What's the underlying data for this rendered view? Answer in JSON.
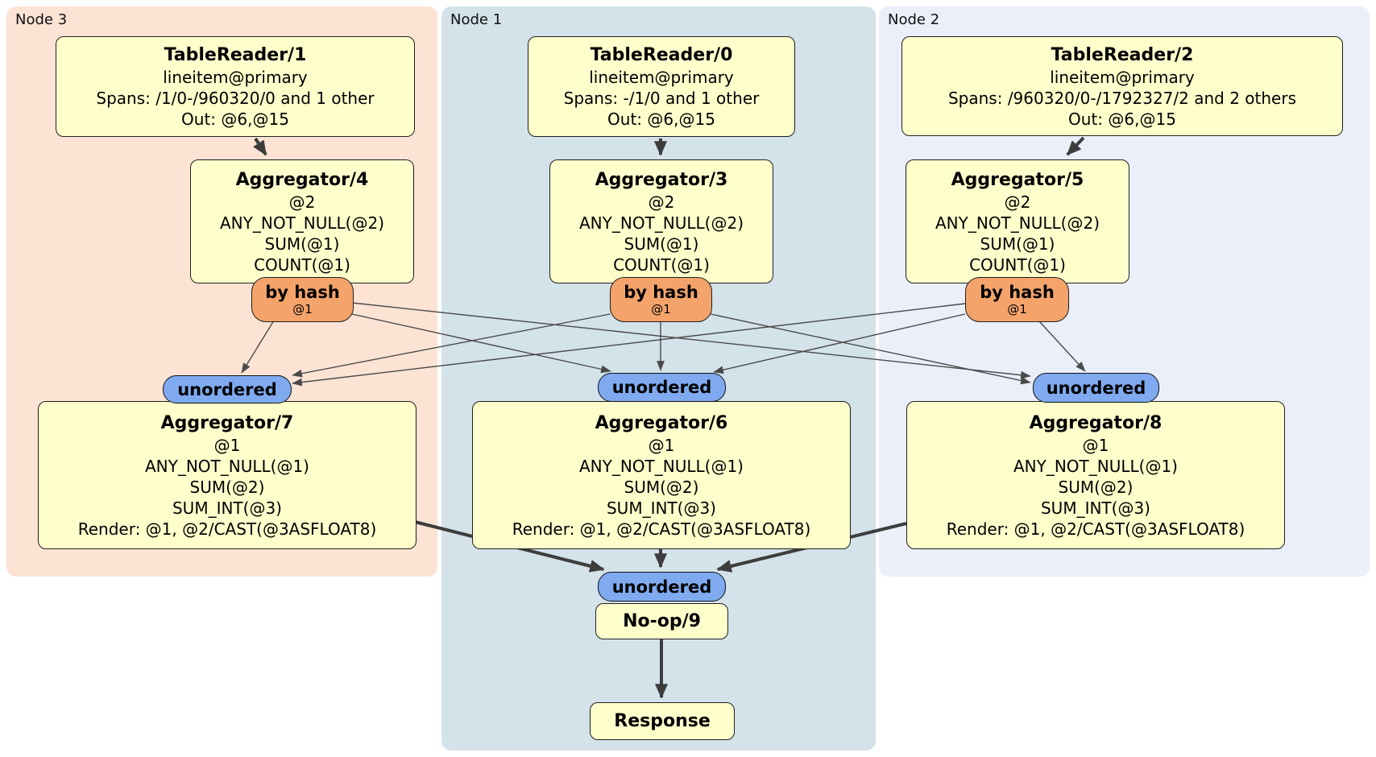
{
  "nodes": [
    {
      "id": "node3",
      "label": "Node 3"
    },
    {
      "id": "node1",
      "label": "Node 1"
    },
    {
      "id": "node2",
      "label": "Node 2"
    }
  ],
  "processors": {
    "tr1": {
      "title": "TableReader/1",
      "lines": [
        "lineitem@primary",
        "Spans: /1/0-/960320/0 and 1 other",
        "Out: @6,@15"
      ]
    },
    "tr0": {
      "title": "TableReader/0",
      "lines": [
        "lineitem@primary",
        "Spans: -/1/0 and 1 other",
        "Out: @6,@15"
      ]
    },
    "tr2": {
      "title": "TableReader/2",
      "lines": [
        "lineitem@primary",
        "Spans: /960320/0-/1792327/2 and 2 others",
        "Out: @6,@15"
      ]
    },
    "agg4": {
      "title": "Aggregator/4",
      "lines": [
        "@2",
        "ANY_NOT_NULL(@2)",
        "SUM(@1)",
        "COUNT(@1)"
      ]
    },
    "agg3": {
      "title": "Aggregator/3",
      "lines": [
        "@2",
        "ANY_NOT_NULL(@2)",
        "SUM(@1)",
        "COUNT(@1)"
      ]
    },
    "agg5": {
      "title": "Aggregator/5",
      "lines": [
        "@2",
        "ANY_NOT_NULL(@2)",
        "SUM(@1)",
        "COUNT(@1)"
      ]
    },
    "agg7": {
      "title": "Aggregator/7",
      "lines": [
        "@1",
        "ANY_NOT_NULL(@1)",
        "SUM(@2)",
        "SUM_INT(@3)",
        "Render: @1, @2/CAST(@3ASFLOAT8)"
      ]
    },
    "agg6": {
      "title": "Aggregator/6",
      "lines": [
        "@1",
        "ANY_NOT_NULL(@1)",
        "SUM(@2)",
        "SUM_INT(@3)",
        "Render: @1, @2/CAST(@3ASFLOAT8)"
      ]
    },
    "agg8": {
      "title": "Aggregator/8",
      "lines": [
        "@1",
        "ANY_NOT_NULL(@1)",
        "SUM(@2)",
        "SUM_INT(@3)",
        "Render: @1, @2/CAST(@3ASFLOAT8)"
      ]
    },
    "noop": {
      "title": "No-op/9"
    },
    "response": {
      "title": "Response"
    }
  },
  "router": {
    "label": "by hash",
    "sub": "@1"
  },
  "stream": {
    "unordered_label": "unordered"
  },
  "colors": {
    "node3_bg": "#fce3d4",
    "node1_bg": "#d4e2ea",
    "node2_bg": "#eaeffa",
    "processor_bg": "#ffffcc",
    "router_bg": "#f4a46a",
    "stream_bg": "#7faaf0",
    "edge": "#4a4a4a"
  }
}
